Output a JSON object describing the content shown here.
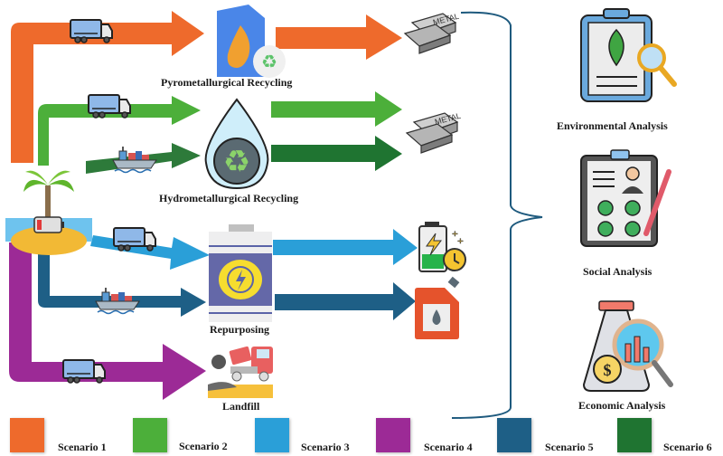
{
  "colors": {
    "scenario1": "#ee6a2c",
    "scenario2": "#4caf3a",
    "scenario3": "#2a9fd8",
    "scenario4": "#9c2a96",
    "scenario5": "#1e5f86",
    "scenario6": "#1f7431",
    "bracket": "#1e5a7e"
  },
  "origin": {
    "name": "Island with battery"
  },
  "processes": {
    "pyro": "Pyrometallurgical Recycling",
    "hydro": "Hydrometallurgical Recycling",
    "repurposing": "Repurposing",
    "landfill": "Landfill"
  },
  "outputs": {
    "metal_text": "METAL"
  },
  "analyses": {
    "environmental": "Environmental Analysis",
    "social": "Social Analysis",
    "economic": "Economic Analysis"
  },
  "legend": [
    {
      "label": "Scenario 1",
      "color": "#ee6a2c"
    },
    {
      "label": "Scenario 2",
      "color": "#4caf3a"
    },
    {
      "label": "Scenario 3",
      "color": "#2a9fd8"
    },
    {
      "label": "Scenario 4",
      "color": "#9c2a96"
    },
    {
      "label": "Scenario 5",
      "color": "#1e5f86"
    },
    {
      "label": "Scenario 6",
      "color": "#1f7431"
    }
  ]
}
